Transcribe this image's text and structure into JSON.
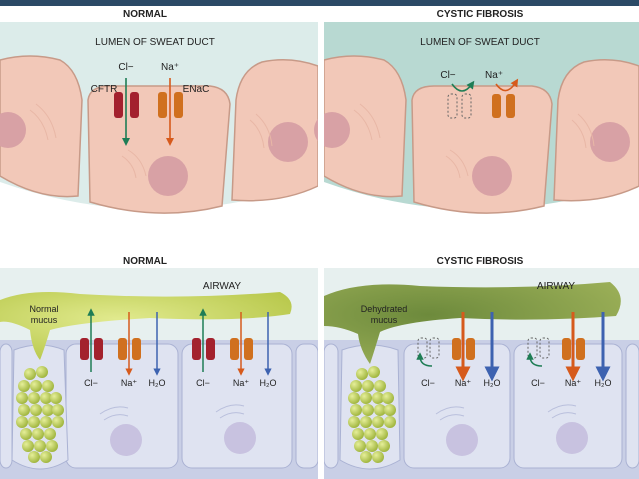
{
  "panels": {
    "top_left": {
      "title": "NORMAL",
      "region": "LUMEN OF SWEAT DUCT",
      "cl": "Cl−",
      "na": "Na⁺",
      "cftr": "CFTR",
      "enac": "ENaC"
    },
    "top_right": {
      "title": "CYSTIC FIBROSIS",
      "region": "LUMEN OF SWEAT DUCT",
      "cl": "Cl−",
      "na": "Na⁺"
    },
    "bottom_left": {
      "title": "NORMAL",
      "region": "AIRWAY",
      "mucus_line1": "Normal",
      "mucus_line2": "mucus",
      "cl": "Cl−",
      "na": "Na⁺",
      "h2o": "H₂O"
    },
    "bottom_right": {
      "title": "CYSTIC FIBROSIS",
      "region": "AIRWAY",
      "mucus_line1": "Dehydrated",
      "mucus_line2": "mucus",
      "cl": "Cl−",
      "na": "Na⁺",
      "h2o": "H₂O"
    }
  },
  "colors": {
    "lumen_normal": "#dcecea",
    "lumen_cf": "#b8d9d2",
    "cell_fill": "#f2c8b8",
    "cell_stroke": "#c79a88",
    "nucleus": "#d8a1a5",
    "airway_cell": "#dfe3f1",
    "airway_nucleus": "#c8c2e0",
    "mucus": "#c9d76a",
    "mucus_dark": "#a8ba3e",
    "cftr": "#a3212e",
    "enac": "#d0701f",
    "cl_arrow": "#1e7d55",
    "na_arrow": "#d65a1c",
    "h2o_arrow": "#3d62b0"
  }
}
